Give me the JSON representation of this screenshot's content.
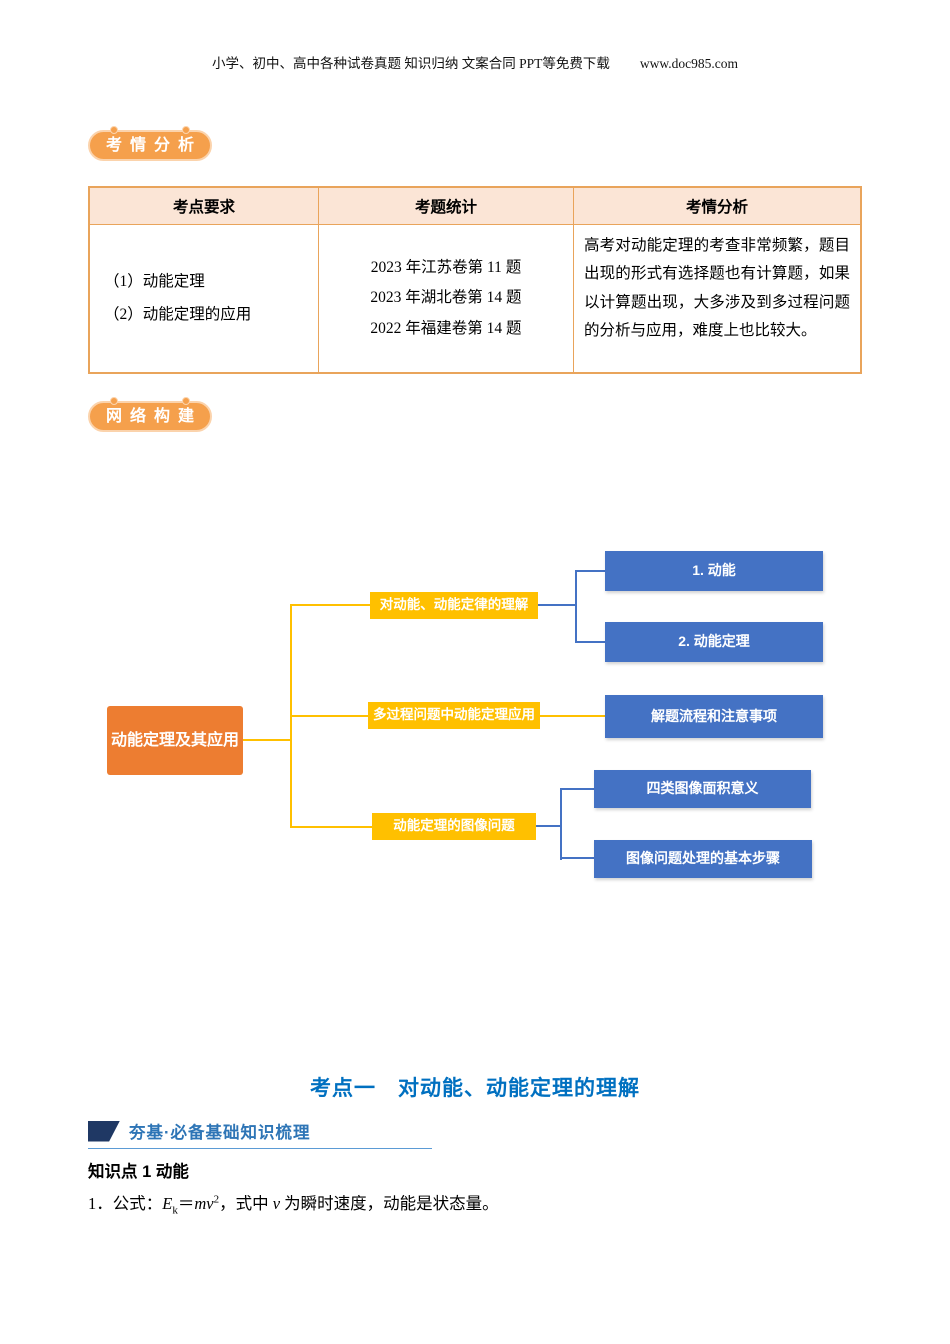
{
  "header": {
    "site_line": "小学、初中、高中各种试卷真题 知识归纳 文案合同 PPT等免费下载",
    "site_url": "www.doc985.com"
  },
  "badges": {
    "exam_analysis": "考情分析",
    "network_build": "网络构建"
  },
  "table": {
    "headers": [
      "考点要求",
      "考题统计",
      "考情分析"
    ],
    "row": {
      "requirements": [
        "（1）动能定理",
        "（2）动能定理的应用"
      ],
      "stats": [
        "2023 年江苏卷第 11 题",
        "2023 年湖北卷第 14 题",
        "2022 年福建卷第 14 题"
      ],
      "analysis": "高考对动能定理的考查非常频繁，题目出现的形式有选择题也有计算题，如果以计算题出现，大多涉及到多过程问题的分析与应用，难度上也比较大。"
    }
  },
  "mindmap": {
    "root": "动能定理及其应用",
    "branch1": "对动能、动能定律的理解",
    "branch2": "多过程问题中动能定理应用",
    "branch3": "动能定理的图像问题",
    "leaf1": "1. 动能",
    "leaf2": "2. 动能定理",
    "leaf3": "解题流程和注意事项",
    "leaf4": "四类图像面积意义",
    "leaf5": "图像问题处理的基本步骤"
  },
  "section": {
    "title": "考点一　对动能、动能定理的理解",
    "subheader": "夯基·必备基础知识梳理",
    "knowledge_point": "知识点 1 动能"
  },
  "item": {
    "no": "1．公式：",
    "E": "E",
    "sub_k": "k",
    "eq": "＝",
    "mv": "mv",
    "sup_2": "2",
    "mid": "，式中 ",
    "v": "v",
    "tail": " 为瞬时速度，动能是状态量。"
  },
  "colors": {
    "root_orange": "#ED7D31",
    "branch_yellow": "#FFC000",
    "leaf_blue": "#4472C4",
    "title_blue": "#0070C0",
    "badge_orange": "#F5A04C",
    "table_border": "#E9A45B",
    "table_header_bg": "#FBE5D6"
  }
}
